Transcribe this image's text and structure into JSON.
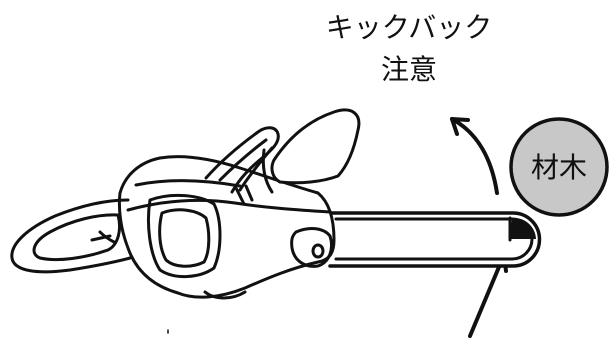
{
  "warning": {
    "line1": "キックバック",
    "line2": "注意"
  },
  "log": {
    "label": "材木",
    "fill": "#c8c8c8"
  },
  "colors": {
    "ink": "#111111",
    "background": "#ffffff"
  }
}
